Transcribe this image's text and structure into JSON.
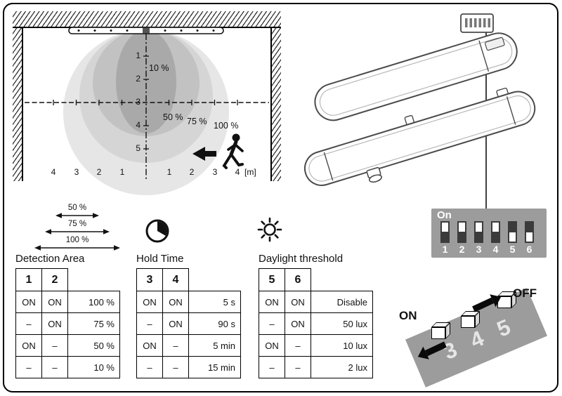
{
  "colors": {
    "zone_100": "#e6e6e6",
    "zone_75": "#d5d5d5",
    "zone_50": "#c2c2c2",
    "zone_10": "#a9a9a9",
    "panel_gray": "#9c9c9c",
    "plate_gray": "#9c9c9c",
    "line": "#111111"
  },
  "detection_diagram": {
    "unit_label": "[m]",
    "depth_ticks": [
      "1",
      "2",
      "3",
      "4",
      "5"
    ],
    "floor_ticks": [
      "4",
      "3",
      "2",
      "1",
      "1",
      "2",
      "3",
      "4"
    ],
    "zone_labels": {
      "z10": "10 %",
      "z50": "50 %",
      "z75": "75 %",
      "z100": "100 %"
    }
  },
  "legend": {
    "arrows": [
      {
        "label": "50 %"
      },
      {
        "label": "75 %"
      },
      {
        "label": "100 %"
      }
    ]
  },
  "tables": [
    {
      "title": "Detection Area",
      "header": [
        "1",
        "2"
      ],
      "rows": [
        [
          "ON",
          "ON",
          "100 %"
        ],
        [
          "–",
          "ON",
          "75 %"
        ],
        [
          "ON",
          "–",
          "50 %"
        ],
        [
          "–",
          "–",
          "10 %"
        ]
      ]
    },
    {
      "title": "Hold Time",
      "header": [
        "3",
        "4"
      ],
      "rows": [
        [
          "ON",
          "ON",
          "5 s"
        ],
        [
          "–",
          "ON",
          "90 s"
        ],
        [
          "ON",
          "–",
          "5 min"
        ],
        [
          "–",
          "–",
          "15 min"
        ]
      ]
    },
    {
      "title": "Daylight threshold",
      "header": [
        "5",
        "6"
      ],
      "rows": [
        [
          "ON",
          "ON",
          "Disable"
        ],
        [
          "–",
          "ON",
          "50 lux"
        ],
        [
          "ON",
          "–",
          "10 lux"
        ],
        [
          "–",
          "–",
          "2 lux"
        ]
      ]
    }
  ],
  "dip_panel": {
    "on_label": "On",
    "switches": [
      {
        "id": "1",
        "position": "on"
      },
      {
        "id": "2",
        "position": "on"
      },
      {
        "id": "3",
        "position": "on"
      },
      {
        "id": "4",
        "position": "on"
      },
      {
        "id": "5",
        "position": "off"
      },
      {
        "id": "6",
        "position": "off"
      }
    ]
  },
  "dip_3d": {
    "on_label": "ON",
    "off_label": "OFF",
    "numbers": [
      "3",
      "4",
      "5"
    ]
  }
}
